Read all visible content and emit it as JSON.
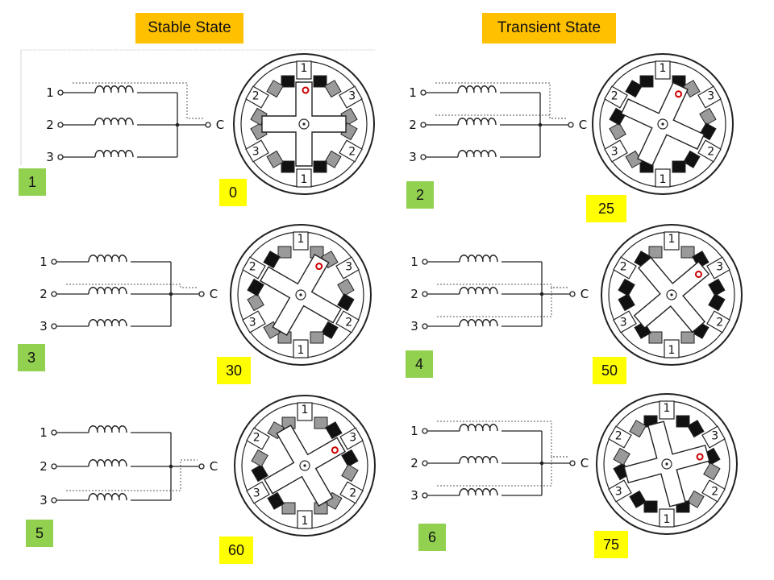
{
  "headers": {
    "stable": "Stable State",
    "transient": "Transient State"
  },
  "colors": {
    "header_bg": "#FFC000",
    "step_badge_bg": "#92D050",
    "angle_badge_bg": "#FFFF00",
    "active_coil_path": "#777777",
    "marker": "#CC0000",
    "pole_energized": "#111111",
    "pole_idle": "#9a9a9a"
  },
  "coil_labels": {
    "terminals": [
      "1",
      "2",
      "3"
    ],
    "common": "C"
  },
  "stator_labels": {
    "top": "1",
    "upper_left": "2",
    "upper_right": "3",
    "lower_left": "3",
    "lower_right": "2",
    "bottom": "1"
  },
  "steps": [
    {
      "step": "1",
      "angle": "0",
      "rotor_rotation_deg": 0,
      "active_coils": [
        1
      ],
      "energized_poles": [
        1
      ]
    },
    {
      "step": "2",
      "angle": "25",
      "rotor_rotation_deg": 25,
      "active_coils": [
        1,
        2
      ],
      "energized_poles": [
        1,
        2
      ]
    },
    {
      "step": "3",
      "angle": "30",
      "rotor_rotation_deg": 30,
      "active_coils": [
        2
      ],
      "energized_poles": [
        2
      ]
    },
    {
      "step": "4",
      "angle": "50",
      "rotor_rotation_deg": 50,
      "active_coils": [
        2,
        3
      ],
      "energized_poles": [
        2,
        3
      ]
    },
    {
      "step": "5",
      "angle": "60",
      "rotor_rotation_deg": 60,
      "active_coils": [
        3
      ],
      "energized_poles": [
        3
      ]
    },
    {
      "step": "6",
      "angle": "75",
      "rotor_rotation_deg": 75,
      "active_coils": [
        1,
        3
      ],
      "energized_poles": [
        1,
        3
      ]
    }
  ]
}
